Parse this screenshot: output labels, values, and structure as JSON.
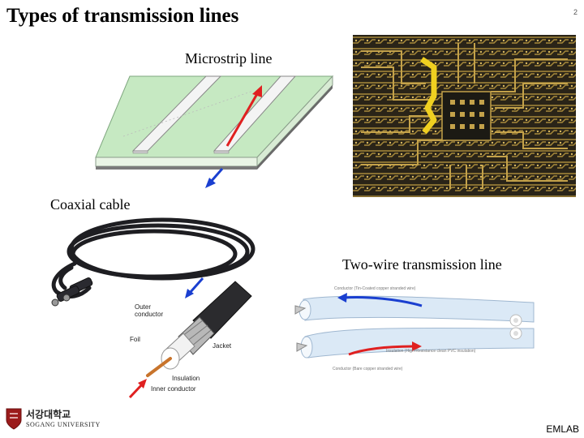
{
  "slide": {
    "title": "Types of transmission lines",
    "page_number": "2",
    "footer_right": "EMLAB"
  },
  "sections": {
    "microstrip": "Microstrip line",
    "coaxial": "Coaxial cable",
    "two_wire": "Two-wire transmission line"
  },
  "coax_labels": {
    "outer": "Outer\nconductor",
    "foil": "Foil",
    "jacket": "Jacket",
    "insulation": "Insulation",
    "inner": "Inner conductor"
  },
  "two_wire_labels": {
    "conductor_top": "Conductor (Tin-Coated copper stranded wire)",
    "insulation": "Insulation (High-Resistance clean PVC insulation)",
    "conductor_bottom": "Conductor (Bare copper stranded wire)"
  },
  "logo": {
    "korean": "서강대학교",
    "english": "SOGANG UNIVERSITY"
  },
  "colors": {
    "arrow_red": "#e02020",
    "arrow_blue": "#1a3fd0",
    "substrate": "#bfe6bf"
  }
}
